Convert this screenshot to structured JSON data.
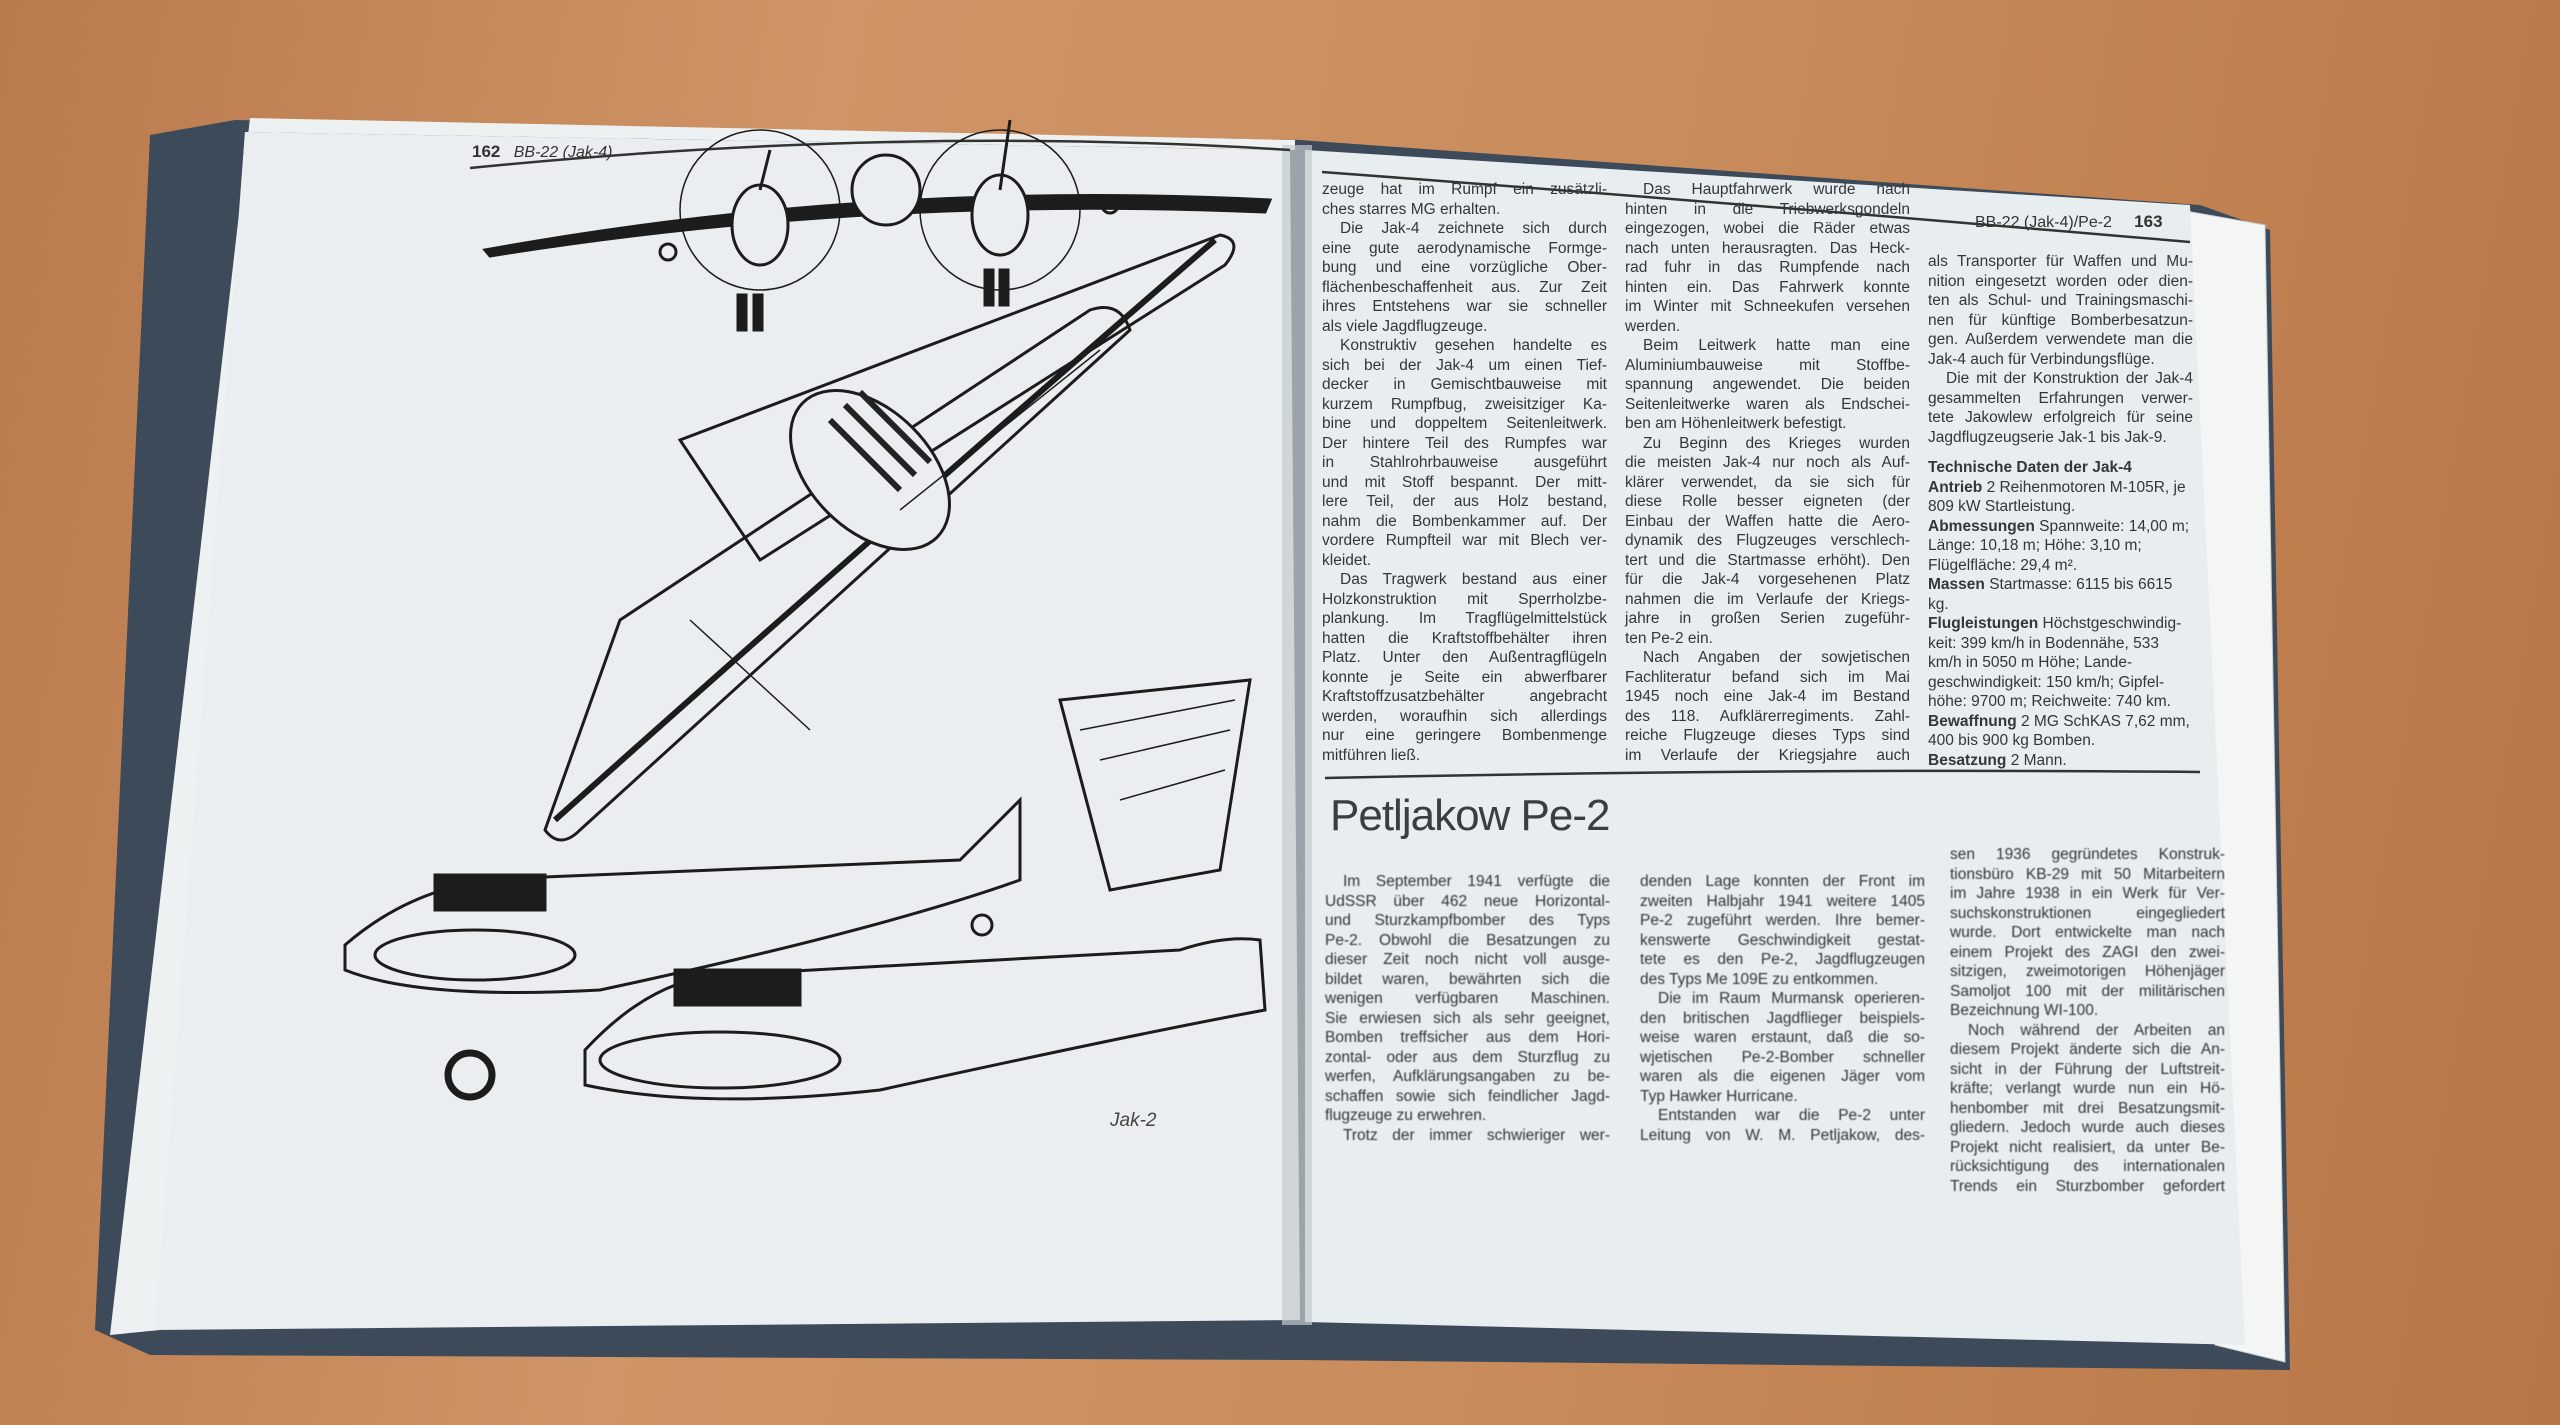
{
  "left_page": {
    "page_number": "162",
    "running_head": "BB-22 (Jak-4)",
    "figure_caption": "Jak-2"
  },
  "right_page": {
    "page_number": "163",
    "running_head": "BB-22 (Jak-4)/Pe-2",
    "top_columns": [
      [
        "zeuge hat im Rumpf ein zusätzli-",
        "ches starres MG erhalten.",
        "  Die Jak-4 zeichnete sich durch",
        "eine gute aerodynamische Formge-",
        "bung und eine vorzügliche Ober-",
        "flächenbeschaffenheit aus. Zur Zeit",
        "ihres Entstehens war sie schneller",
        "als viele Jagdflugzeuge.",
        "  Konstruktiv gesehen handelte es",
        "sich bei der Jak-4 um einen Tief-",
        "decker in Gemischtbauweise mit",
        "kurzem Rumpfbug, zweisitziger Ka-",
        "bine und doppeltem Seitenleitwerk.",
        "Der hintere Teil des Rumpfes war",
        "in Stahlrohrbauweise ausgeführt",
        "und mit Stoff bespannt. Der mitt-",
        "lere Teil, der aus Holz bestand,",
        "nahm die Bombenkammer auf. Der",
        "vordere Rumpfteil war mit Blech ver-",
        "kleidet.",
        "  Das Tragwerk bestand aus einer",
        "Holzkonstruktion mit Sperrholzbe-",
        "plankung. Im Tragflügelmittelstück",
        "hatten die Kraftstoffbehälter ihren",
        "Platz. Unter den Außentragflügeln",
        "konnte je Seite ein abwerfbarer",
        "Kraftstoffzusatzbehälter angebracht",
        "werden, woraufhin sich allerdings",
        "nur eine geringere Bombenmenge",
        "mitführen ließ."
      ],
      [
        "  Das Hauptfahrwerk wurde nach",
        "hinten in die Triebwerksgondeln",
        "eingezogen, wobei die Räder etwas",
        "nach unten herausragten. Das Heck-",
        "rad fuhr in das Rumpfende nach",
        "hinten ein. Das Fahrwerk konnte",
        "im Winter mit Schneekufen versehen",
        "werden.",
        "  Beim Leitwerk hatte man eine",
        "Aluminiumbauweise mit Stoffbe-",
        "spannung angewendet. Die beiden",
        "Seitenleitwerke waren als Endschei-",
        "ben am Höhenleitwerk befestigt.",
        "  Zu Beginn des Krieges wurden",
        "die meisten Jak-4 nur noch als Auf-",
        "klärer verwendet, da sie sich für",
        "diese Rolle besser eigneten (der",
        "Einbau der Waffen hatte die Aero-",
        "dynamik des Flugzeuges verschlech-",
        "tert und die Startmasse erhöht). Den",
        "für die Jak-4 vorgesehenen Platz",
        "nahmen die im Verlaufe der Kriegs-",
        "jahre in großen Serien zugeführ-",
        "ten Pe-2 ein.",
        "  Nach Angaben der sowjetischen",
        "Fachliteratur befand sich im Mai",
        "1945 noch eine Jak-4 im Bestand",
        "des 118. Aufklärerregiments. Zahl-",
        "reiche Flugzeuge dieses Typs sind",
        "im Verlaufe der Kriegsjahre auch"
      ],
      [
        "als Transporter für Waffen und Mu-",
        "nition eingesetzt worden oder dien-",
        "ten als Schul- und Trainingsmaschi-",
        "nen für künftige Bomberbesatzun-",
        "gen. Außerdem verwendete man die",
        "Jak-4 auch für Verbindungsflüge.",
        "  Die mit der Konstruktion der Jak-4",
        "gesammelten Erfahrungen verwer-",
        "tete Jakowlew erfolgreich für seine",
        "Jagdflugzeugserie Jak-1 bis Jak-9."
      ]
    ],
    "specs": {
      "heading": "Technische Daten der Jak-4",
      "items": [
        {
          "label": "Antrieb",
          "text": "2 Reihenmotoren M-105R, je 809 kW Startleistung."
        },
        {
          "label": "Abmessungen",
          "text": "Spannweite: 14,00 m; Länge: 10,18 m; Höhe: 3,10 m; Flügelfläche: 29,4 m²."
        },
        {
          "label": "Massen",
          "text": "Startmasse: 6115 bis 6615 kg."
        },
        {
          "label": "Flugleistungen",
          "text": "Höchstgeschwindig-keit: 399 km/h in Bodennähe, 533 km/h in 5050 m Höhe; Lande-geschwindigkeit: 150 km/h; Gipfel-höhe: 9700 m; Reichweite: 740 km."
        },
        {
          "label": "Bewaffnung",
          "text": "2 MG SchKAS 7,62 mm, 400 bis 900 kg Bomben."
        },
        {
          "label": "Besatzung",
          "text": "2 Mann."
        }
      ]
    },
    "section_title": "Petljakow Pe-2",
    "bottom_columns": [
      [
        "  Im September 1941 verfügte die",
        "UdSSR über 462 neue Horizontal-",
        "und Sturzkampfbomber des Typs",
        "Pe-2. Obwohl die Besatzungen zu",
        "dieser Zeit noch nicht voll ausge-",
        "bildet waren, bewährten sich die",
        "wenigen verfügbaren Maschinen.",
        "Sie erwiesen sich als sehr geeignet,",
        "Bomben treffsicher aus dem Hori-",
        "zontal- oder aus dem Sturzflug zu",
        "werfen, Aufklärungsangaben zu be-",
        "schaffen sowie sich feindlicher Jagd-",
        "flugzeuge zu erwehren.",
        "  Trotz der immer schwieriger wer-"
      ],
      [
        "denden Lage konnten der Front im",
        "zweiten Halbjahr 1941 weitere 1405",
        "Pe-2 zugeführt werden. Ihre bemer-",
        "kenswerte Geschwindigkeit gestat-",
        "tete es den Pe-2, Jagdflugzeugen",
        "des Typs Me 109E zu entkommen.",
        "  Die im Raum Murmansk operieren-",
        "den britischen Jagdflieger beispiels-",
        "weise waren erstaunt, daß die so-",
        "wjetischen Pe-2-Bomber schneller",
        "waren als die eigenen Jäger vom",
        "Typ Hawker Hurricane.",
        "  Entstanden war die Pe-2 unter",
        "Leitung von W. M. Petljakow, des-"
      ],
      [
        "sen 1936 gegründetes Konstruk-",
        "tionsbüro KB-29 mit 50 Mitarbeitern",
        "im Jahre 1938 in ein Werk für Ver-",
        "suchskonstruktionen eingegliedert",
        "wurde. Dort entwickelte man nach",
        "einem Projekt des ZAGI den zwei-",
        "sitzigen, zweimotorigen Höhenjäger",
        "Samoljot 100 mit der militärischen",
        "Bezeichnung WI-100.",
        "  Noch während der Arbeiten an",
        "diesem Projekt änderte sich die An-",
        "sicht in der Führung der Luftstreit-",
        "kräfte; verlangt wurde nun ein Hö-",
        "henbomber mit drei Besatzungsmit-",
        "gliedern. Jedoch wurde auch dieses",
        "Projekt nicht realisiert, da unter Be-",
        "rücksichtigung des internationalen",
        "Trends ein Sturzbomber gefordert"
      ]
    ]
  },
  "colors": {
    "page": "#e9eef0",
    "ink": "#2a2c30",
    "wood": "#c98c5c",
    "cover": "#3c4a5a"
  }
}
